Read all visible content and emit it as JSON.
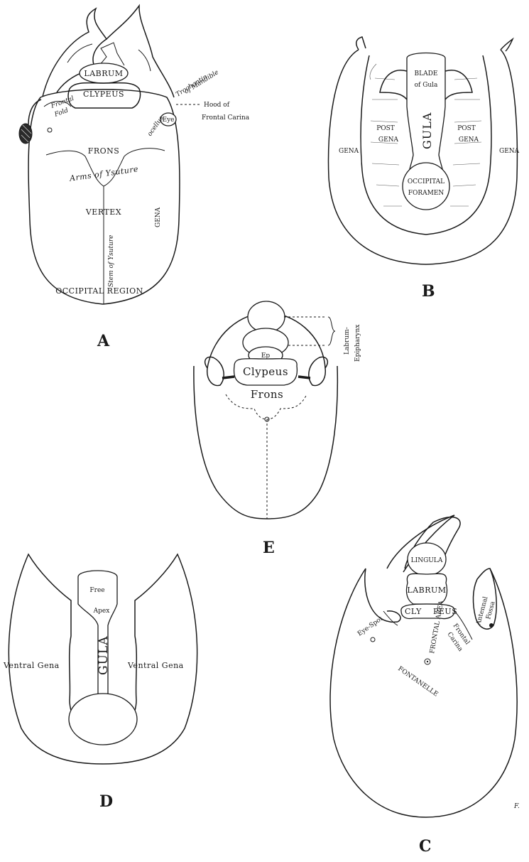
{
  "panels": {
    "A": {
      "letter": "A",
      "labels": {
        "labrum": "LABRUM",
        "clypeus": "CLYPEUS",
        "frontal_fold_1": "Frontal",
        "frontal_fold_2": "Fold",
        "trochantin_1": "Trochantin",
        "trochantin_2": "of Mandible",
        "hood_1": "Hood of",
        "hood_2": "Frontal Carina",
        "ocellus": "ocellus",
        "eye": "Eye",
        "frons": "FRONS",
        "arms": "Arms of Ysuture",
        "vertex": "VERTEX",
        "gena": "GENA",
        "stem": "Stem of Ysuture",
        "occipital": "OCCIPITAL REGION"
      }
    },
    "B": {
      "letter": "B",
      "labels": {
        "blade_1": "BLADE",
        "blade_2": "of Gula",
        "gula": "GULA",
        "postgena_left_1": "POST",
        "postgena_left_2": "GENA",
        "postgena_right_1": "POST",
        "postgena_right_2": "GENA",
        "gena_left": "GENA",
        "gena_right": "GENA",
        "occipital_1": "OCCIPITAL",
        "occipital_2": "FORAMEN"
      }
    },
    "E": {
      "letter": "E",
      "labels": {
        "labrum_epipharynx_1": "Labrum-",
        "labrum_epipharynx_2": "Epipharynx",
        "ep": "Ep",
        "clypeus": "Clypeus",
        "frons": "Frons"
      }
    },
    "D": {
      "letter": "D",
      "labels": {
        "free": "Free",
        "apex": "Apex",
        "gula": "GULA",
        "ventral_gena_left": "Ventral Gena",
        "ventral_gena_right": "Ventral Gena"
      }
    },
    "C": {
      "letter": "C",
      "labels": {
        "lingula": "LINGULA",
        "labrum": "LABRUM",
        "clypeus_1": "CLY",
        "clypeus_2": "PEUS",
        "frontal_area": "FRONTAL AREA",
        "fontanelle": "FONTANELLE",
        "eye_spot": "Eye-Spot",
        "frontal_carina_1": "Frontal",
        "frontal_carina_2": "Carina",
        "antennal_fossa_1": "Antennal",
        "antennal_fossa_2": "Fossa"
      },
      "signature": "F."
    }
  }
}
